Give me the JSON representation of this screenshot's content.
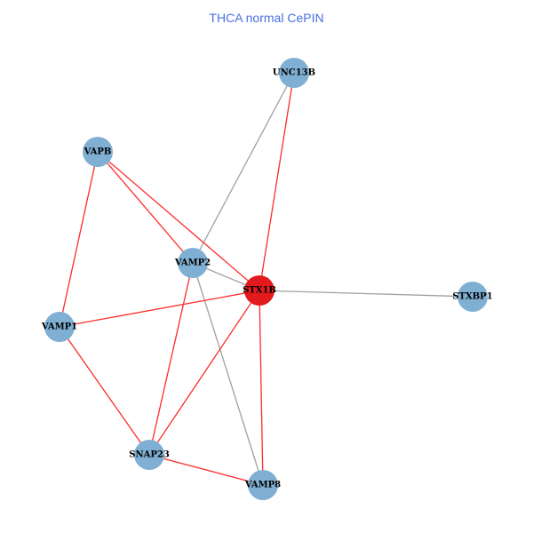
{
  "title": "THCA normal CePIN",
  "colors": {
    "node": "#7fafd2",
    "hub": "#e31a1c",
    "edge_red": "#ff2a2a",
    "edge_gray": "#a0a0a0"
  },
  "nodes": [
    {
      "id": "UNC13B",
      "hub": false
    },
    {
      "id": "VAPB",
      "hub": false
    },
    {
      "id": "VAMP2",
      "hub": false
    },
    {
      "id": "STX1B",
      "hub": true
    },
    {
      "id": "STXBP1",
      "hub": false
    },
    {
      "id": "VAMP1",
      "hub": false
    },
    {
      "id": "SNAP23",
      "hub": false
    },
    {
      "id": "VAMP8",
      "hub": false
    }
  ],
  "edges": [
    {
      "source": "UNC13B",
      "target": "VAMP2",
      "type": "gray"
    },
    {
      "source": "UNC13B",
      "target": "STX1B",
      "type": "red"
    },
    {
      "source": "VAPB",
      "target": "VAMP2",
      "type": "red"
    },
    {
      "source": "VAPB",
      "target": "STX1B",
      "type": "red"
    },
    {
      "source": "VAPB",
      "target": "VAMP1",
      "type": "red"
    },
    {
      "source": "VAMP2",
      "target": "STX1B",
      "type": "gray"
    },
    {
      "source": "VAMP2",
      "target": "SNAP23",
      "type": "red"
    },
    {
      "source": "VAMP2",
      "target": "VAMP8",
      "type": "gray"
    },
    {
      "source": "STX1B",
      "target": "STXBP1",
      "type": "gray"
    },
    {
      "source": "STX1B",
      "target": "VAMP1",
      "type": "red"
    },
    {
      "source": "STX1B",
      "target": "SNAP23",
      "type": "red"
    },
    {
      "source": "STX1B",
      "target": "VAMP8",
      "type": "red"
    },
    {
      "source": "VAMP1",
      "target": "SNAP23",
      "type": "red"
    },
    {
      "source": "SNAP23",
      "target": "VAMP8",
      "type": "red"
    }
  ]
}
